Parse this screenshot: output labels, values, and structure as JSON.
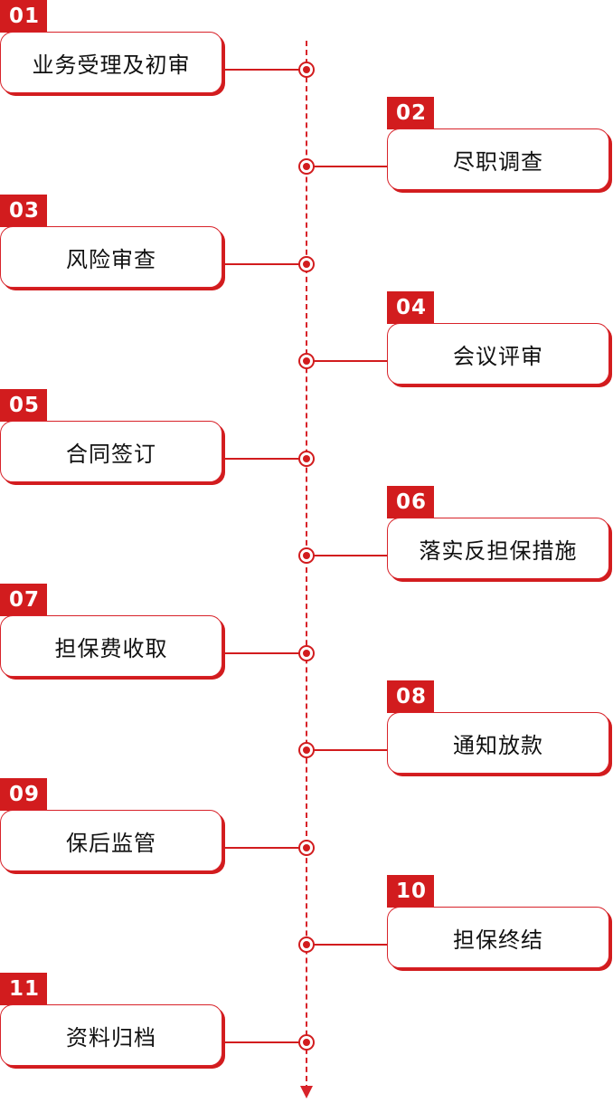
{
  "steps": [
    {
      "num": "01",
      "label": "业务受理及初审"
    },
    {
      "num": "02",
      "label": "尽职调查"
    },
    {
      "num": "03",
      "label": "风险审查"
    },
    {
      "num": "04",
      "label": "会议评审"
    },
    {
      "num": "05",
      "label": "合同签订"
    },
    {
      "num": "06",
      "label": "落实反担保措施"
    },
    {
      "num": "07",
      "label": "担保费收取"
    },
    {
      "num": "08",
      "label": "通知放款"
    },
    {
      "num": "09",
      "label": "保后监管"
    },
    {
      "num": "10",
      "label": "担保终结"
    },
    {
      "num": "11",
      "label": "资料归档"
    }
  ],
  "colors": {
    "accent": "#d21c1e",
    "text": "#111111"
  }
}
